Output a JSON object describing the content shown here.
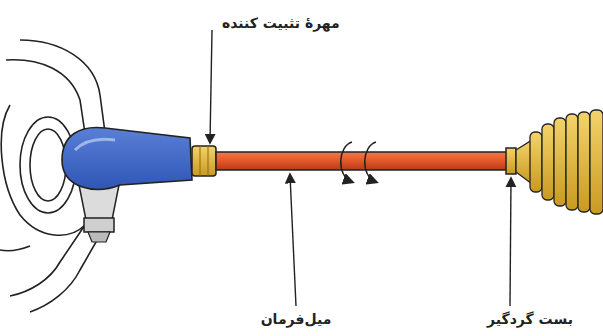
{
  "diagram": {
    "labels": [
      "مهرهٔ تثبیت کننده",
      "میل‌فرمان",
      "بست گردگیر"
    ]
  }
}
